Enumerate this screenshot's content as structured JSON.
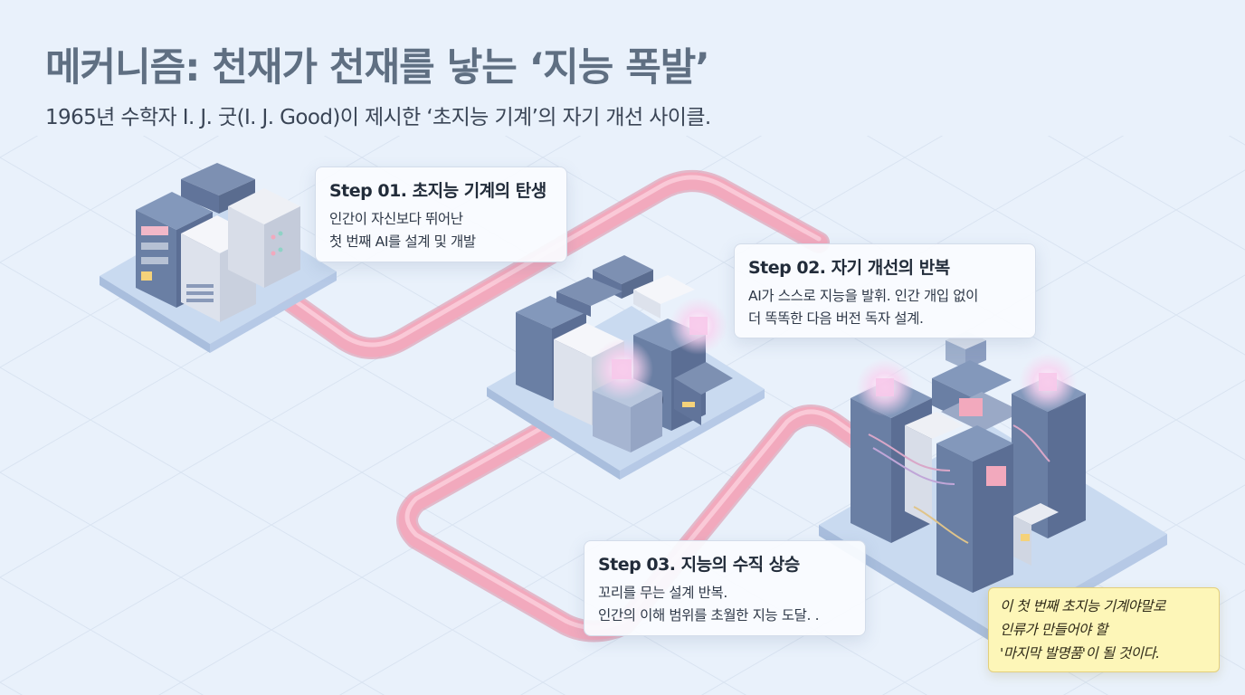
{
  "header": {
    "title": "메커니즘: 천재가 천재를 낳는 ‘지능 폭발’",
    "subtitle": "1965년 수학자 I. J. 굿(I. J. Good)이 제시한 ‘초지능 기계’의 자기 개선 사이클."
  },
  "steps": [
    {
      "title": "Step 01. 초지능 기계의 탄생",
      "lines": [
        "인간이 자신보다 뛰어난",
        "첫 번째 AI를 설계 및 개발"
      ]
    },
    {
      "title": "Step 02. 자기 개선의 반복",
      "lines": [
        "AI가 스스로 지능을 발휘. 인간 개입 없이",
        "더 똑똑한 다음 버전 독자 설계."
      ]
    },
    {
      "title": "Step 03. 지능의 수직 상승",
      "lines": [
        "꼬리를 무는 설계 반복.",
        "인간의 이해 범위를 초월한 지능 도달. ."
      ]
    }
  ],
  "quote": {
    "lines": [
      "이 첫 번째 초지능 기계야말로",
      "인류가 만들어야 할",
      "'마지막 발명품'이 될 것이다."
    ]
  },
  "colors": {
    "background": "#e9f1fb",
    "pipe": "#f2a9bd",
    "server_dark": "#6a7fa4",
    "server_light": "#e8ebf2",
    "glow": "#f5d7ef",
    "quote_background": "#fdf6b8"
  }
}
